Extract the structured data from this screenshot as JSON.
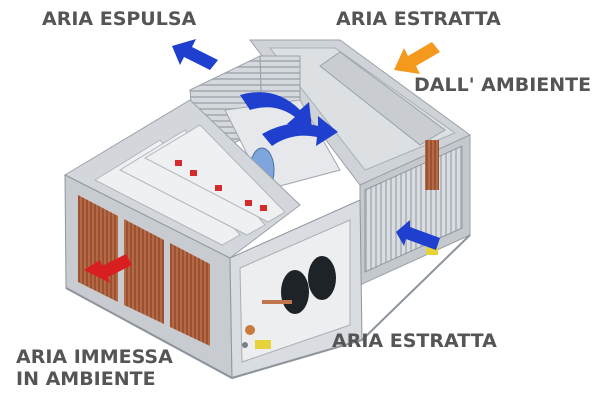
{
  "labels": {
    "aria_espulsa": "ARIA ESPULSA",
    "aria_estratta_top": "ARIA ESTRATTA",
    "dall_ambiente": "DALL' AMBIENTE",
    "aria_estratta_bottom": "ARIA ESTRATTA",
    "aria_immessa_line1": "ARIA IMMESSA",
    "aria_immessa_line2": "IN AMBIENTE"
  },
  "colors": {
    "label_text": "#555555",
    "arrow_blue": "#1f3fcf",
    "arrow_orange": "#f39a1c",
    "arrow_red": "#d81e1e",
    "frame": "#b9bec4",
    "panel_light": "#e4e7ea",
    "coil_copper": "#a5553a",
    "fan_blue": "#6f9ad6"
  },
  "icons": {
    "exhaust_arrow": "arrow-up-left-icon",
    "intake_arrow_top": "arrow-down-left-icon",
    "intake_arrow_side": "arrow-left-icon",
    "supply_arrow": "arrow-left-red-icon",
    "fan_flow": "curved-arrow-icon"
  }
}
